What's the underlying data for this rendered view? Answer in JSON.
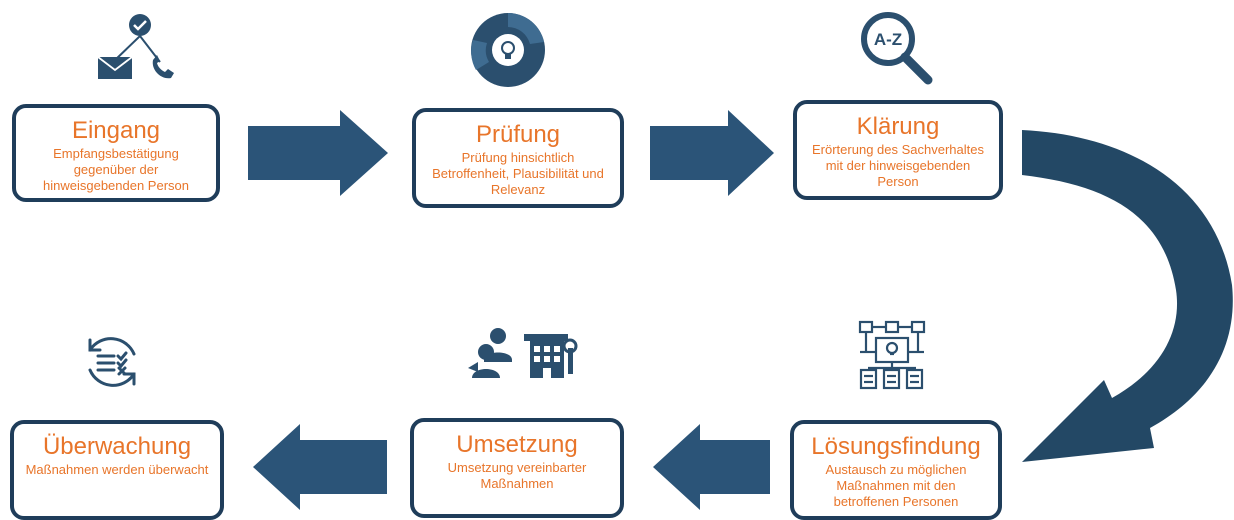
{
  "colors": {
    "box_border": "#1f3d5a",
    "arrow": "#2b5478",
    "text": "#e8752a",
    "icon_dark": "#2b4f6e",
    "icon_light": "#9ec5e6"
  },
  "steps": [
    {
      "title": "Eingang",
      "description": "Empfangsbestätigung gegenüber der hinweisgebenden Person",
      "icon": "mail-phone-check-icon"
    },
    {
      "title": "Prüfung",
      "description": "Prüfung hinsichtlich Betroffenheit, Plausibilität und Relevanz",
      "icon": "lightbulb-cycle-icon"
    },
    {
      "title": "Klärung",
      "description": "Erörterung des Sachverhaltes mit der hinweisgebenden Person",
      "icon": "a-z-magnifier-icon",
      "icon_label": "A-Z"
    },
    {
      "title": "Lösungsfindung",
      "description": "Austausch zu möglichen Maßnahmen mit den betroffenen Personen",
      "icon": "idea-network-icon"
    },
    {
      "title": "Umsetzung",
      "description": "Umsetzung vereinbarter Maßnahmen",
      "icon": "people-building-icon"
    },
    {
      "title": "Überwachung",
      "description": "Maßnahmen werden überwacht",
      "icon": "checklist-cycle-icon"
    }
  ]
}
